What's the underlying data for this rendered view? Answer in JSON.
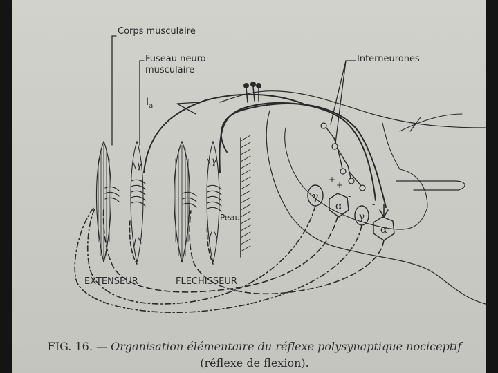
{
  "figure": {
    "labels": {
      "corps_musculaire": "Corps musculaire",
      "fuseau_line1": "Fuseau neuro-",
      "fuseau_line2": "musculaire",
      "ia_main": "I",
      "ia_sub": "a",
      "interneurones": "Interneurones",
      "peau": "Peau",
      "extenseur": "EXTENSEUR",
      "flechisseur": "FLECHISSEUR"
    },
    "neuron_symbols": {
      "gamma": "γ",
      "alpha": "α"
    },
    "signs": {
      "plus": "+",
      "minus": "-"
    }
  },
  "caption": {
    "fig_label": "FIG. 16. —",
    "title_italic": "Organisation élémentaire du réflexe polysynaptique nociceptif",
    "subtitle": "(réflexe de flexion)."
  },
  "colors": {
    "ink": "#2a2a2a",
    "paper": "#cfcfc9",
    "border": "#141414"
  }
}
